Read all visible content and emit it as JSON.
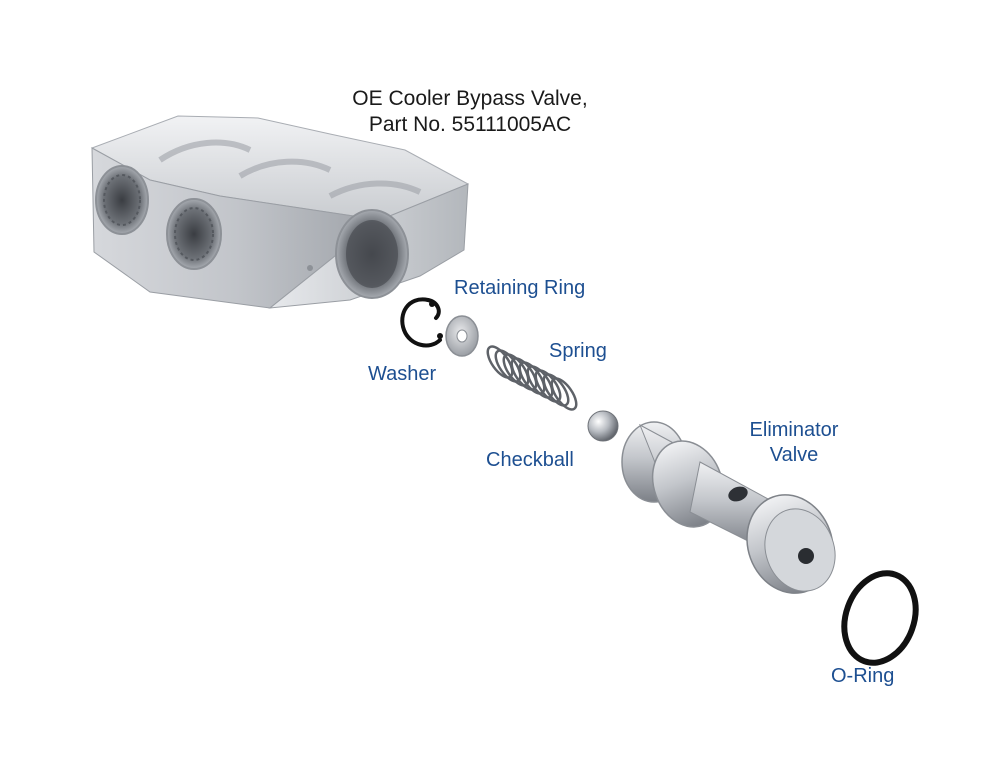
{
  "title": {
    "line1": "OE Cooler Bypass Valve,",
    "line2": "Part No. 55111005AC"
  },
  "labels": {
    "retaining_ring": "Retaining Ring",
    "washer": "Washer",
    "spring": "Spring",
    "checkball": "Checkball",
    "eliminator_valve_line1": "Eliminator",
    "eliminator_valve_line2": "Valve",
    "o_ring": "O-Ring"
  },
  "colors": {
    "label_text": "#1d4f91",
    "title_text": "#1a1a1a",
    "metal_light": "#e4e6e9",
    "metal_mid": "#b9bcc1",
    "metal_dark": "#7d8187",
    "rubber": "#111111"
  }
}
